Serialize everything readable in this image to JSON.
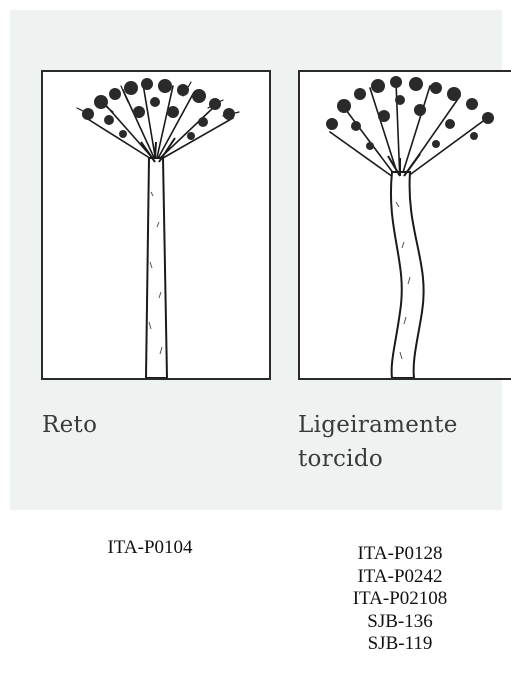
{
  "trees": [
    {
      "label": "Reto",
      "codes": [
        "ITA-P0104"
      ]
    },
    {
      "label_line1": "Ligeiramente",
      "label_line2": "torcido",
      "codes": [
        "ITA-P0128",
        "ITA-P0242",
        "ITA-P02108",
        "SJB-136",
        "SJB-119"
      ]
    }
  ]
}
